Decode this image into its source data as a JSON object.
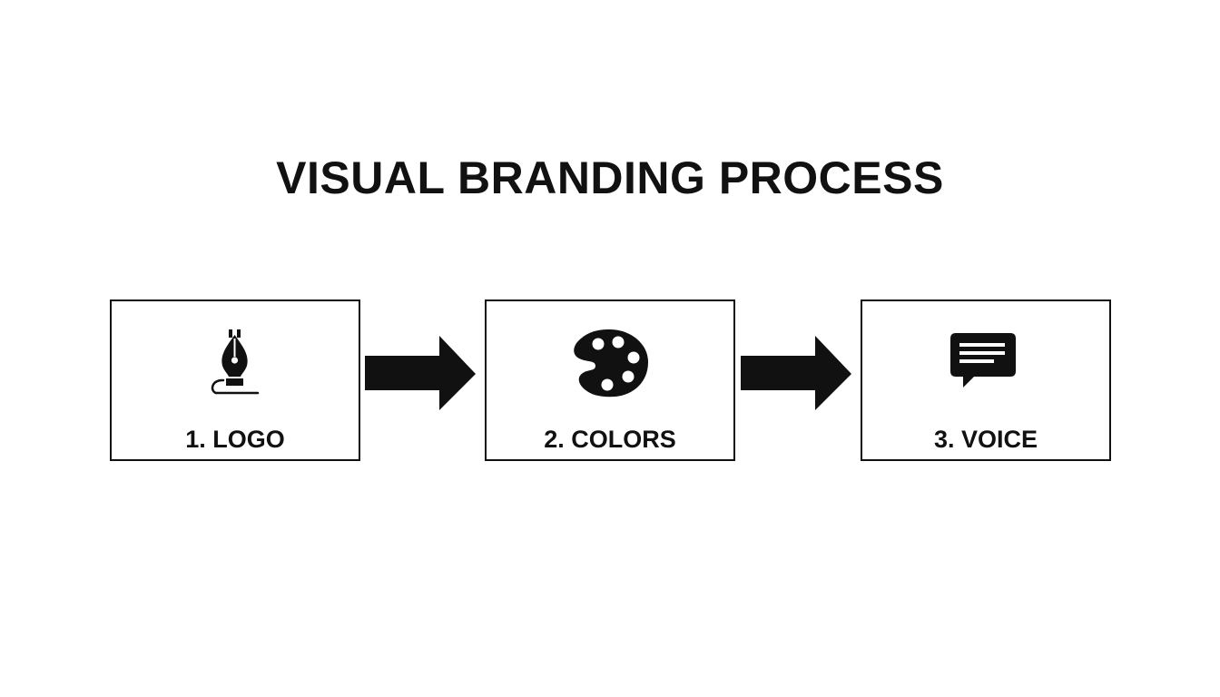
{
  "title": "VISUAL BRANDING PROCESS",
  "steps": [
    {
      "label": "1. LOGO",
      "icon": "pen-nib-icon"
    },
    {
      "label": "2. COLORS",
      "icon": "palette-icon"
    },
    {
      "label": "3. VOICE",
      "icon": "speech-bubble-icon"
    }
  ],
  "colors": {
    "ink": "#111111",
    "background": "#ffffff"
  }
}
